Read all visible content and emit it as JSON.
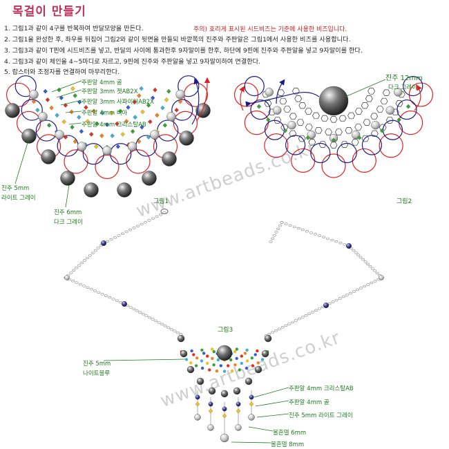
{
  "title": "목걸이 만들기",
  "instructions": [
    "1. 그림1과 같이 4구를 반복하여 반달모양을 만든다.",
    "2. 그림1을 완성한 후, 좌우를 뒤집어 그림2와 같이 뒷면을 만들되 바깥쪽의 진주와 주판알은 그림1에서 사용한 비즈를 사용합니다.",
    "3. 그림3과 같이 T핀에 시드비즈를 넣고, 반달의 사이에 통과한후 9자말이를 한후, 하단에 9핀에 진주와 주판알을 넣고 9자말이를 한다.",
    "4. 그림3과 같이 체인을 4~5마디로 자르고, 9핀에 진주와 주판알을 넣고 9자말이하여 연결한다.",
    "5. 랍스터와 조정자를 연결하여 마무리한다."
  ],
  "note": "주의) 호리게 표시된 시드비즈는 기준에 사용한 비즈입니다.",
  "fig1": {
    "name": "그림1",
    "labels": [
      "주판알 4mm 골",
      "주판알 3mm 젯AB2X",
      "주판알 3mm 사파이어AB2X",
      "주판알 4mm 비아",
      "주판알 4mm 크리스탈AB",
      "진주 5mm",
      "라이트 그레이",
      "진주 6mm",
      "다크 그레이"
    ]
  },
  "fig2": {
    "name": "그림2",
    "labels": [
      "진주 12mm",
      "다크 그레이"
    ]
  },
  "fig3": {
    "name": "그림3",
    "labels": [
      "진주 5mm",
      "나이트블루",
      "주판알 4mm 크리스탈AB",
      "주판알 4mm 골",
      "진주 5mm 라이트 그레이",
      "볼흔델 6mm",
      "볼흔델 8mm"
    ]
  },
  "watermark": [
    "www.artbeads.co.kr",
    "www.artbeads.co.kr"
  ],
  "colors": {
    "title": "#c0305a",
    "label_green": "#1a7a1a",
    "note_red": "#c02020",
    "thread_red": "#e02020",
    "thread_blue": "#1a1a8a",
    "pearl_dark": "#555555",
    "pearl_light": "#bbbbbb",
    "night_blue": "#3a3a8a"
  }
}
